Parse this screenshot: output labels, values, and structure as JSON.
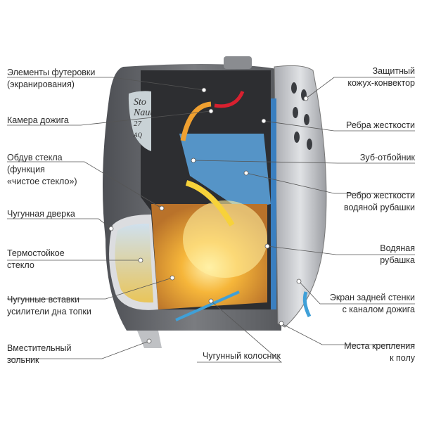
{
  "badge": {
    "line1": "Sto",
    "line2": "Naut",
    "line3": "27",
    "line4": "AQ"
  },
  "labels_left": [
    {
      "id": "lining",
      "lines": [
        "Элементы футеровки",
        "(экранирования)"
      ]
    },
    {
      "id": "afterburn",
      "lines": [
        "Камера дожига"
      ]
    },
    {
      "id": "glass-blow",
      "lines": [
        "Обдув стекла",
        "(функция",
        "«чистое стекло»)"
      ]
    },
    {
      "id": "door",
      "lines": [
        "Чугунная дверка"
      ]
    },
    {
      "id": "glass",
      "lines": [
        "Термостойкое",
        "стекло"
      ]
    },
    {
      "id": "inserts",
      "lines": [
        "Чугунные вставки",
        "усилители дна топки"
      ]
    },
    {
      "id": "ashpan",
      "lines": [
        "Вместительный",
        "зольник"
      ]
    }
  ],
  "labels_right": [
    {
      "id": "casing",
      "lines": [
        "Защитный",
        "кожух-конвектор"
      ]
    },
    {
      "id": "ribs",
      "lines": [
        "Ребра жесткости"
      ]
    },
    {
      "id": "tooth",
      "lines": [
        "Зуб-отбойник"
      ]
    },
    {
      "id": "jacket-rib",
      "lines": [
        "Ребро жесткости",
        "водяной рубашки"
      ]
    },
    {
      "id": "jacket",
      "lines": [
        "Водяная",
        "рубашка"
      ]
    },
    {
      "id": "back-screen",
      "lines": [
        "Экран задней стенки",
        "с каналом дожига"
      ]
    },
    {
      "id": "mount",
      "lines": [
        "Места крепления",
        "к полу"
      ]
    }
  ],
  "label_bottom": {
    "id": "grate",
    "lines": [
      "Чугунный колосник"
    ]
  },
  "colors": {
    "body": "#5f6166",
    "fire": "#f0a030",
    "water": "#3fa0d8",
    "hot": "#e02030",
    "brick": "#d49a2a"
  }
}
